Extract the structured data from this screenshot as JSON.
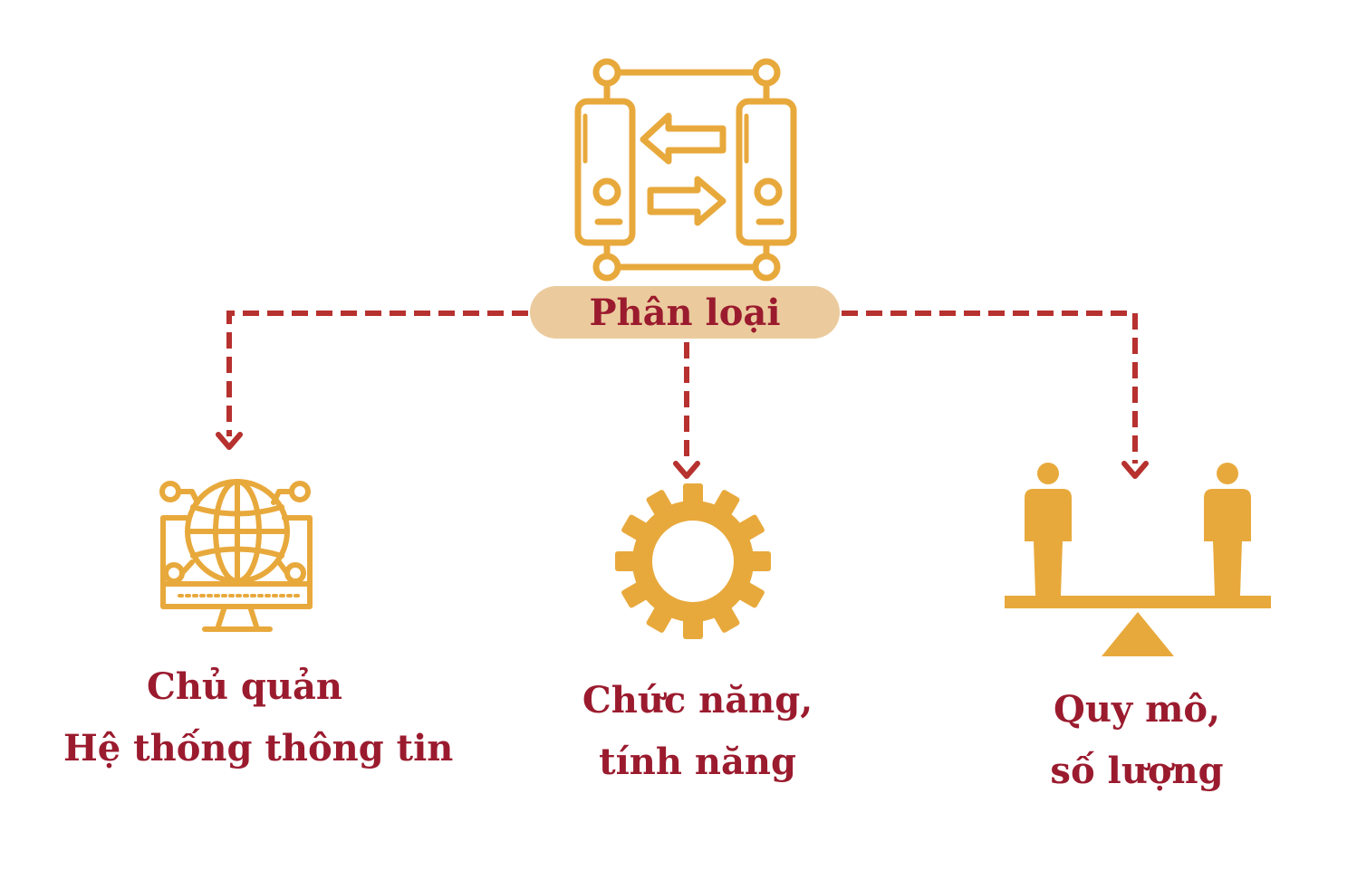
{
  "colors": {
    "accent": "#e8a93c",
    "text": "#9b1b2e",
    "connector": "#b7312f",
    "pill": "#ebcb9d"
  },
  "root": {
    "label": "Phân loại",
    "icon": "server-transfer-icon"
  },
  "branches": [
    {
      "icon": "globe-monitor-icon",
      "lines": [
        "Chủ quản",
        "Hệ thống thông tin"
      ]
    },
    {
      "icon": "gear-icon",
      "lines": [
        "Chức năng,",
        "tính năng"
      ]
    },
    {
      "icon": "balance-scale-people-icon",
      "lines": [
        "Quy mô,",
        "số lượng"
      ]
    }
  ]
}
